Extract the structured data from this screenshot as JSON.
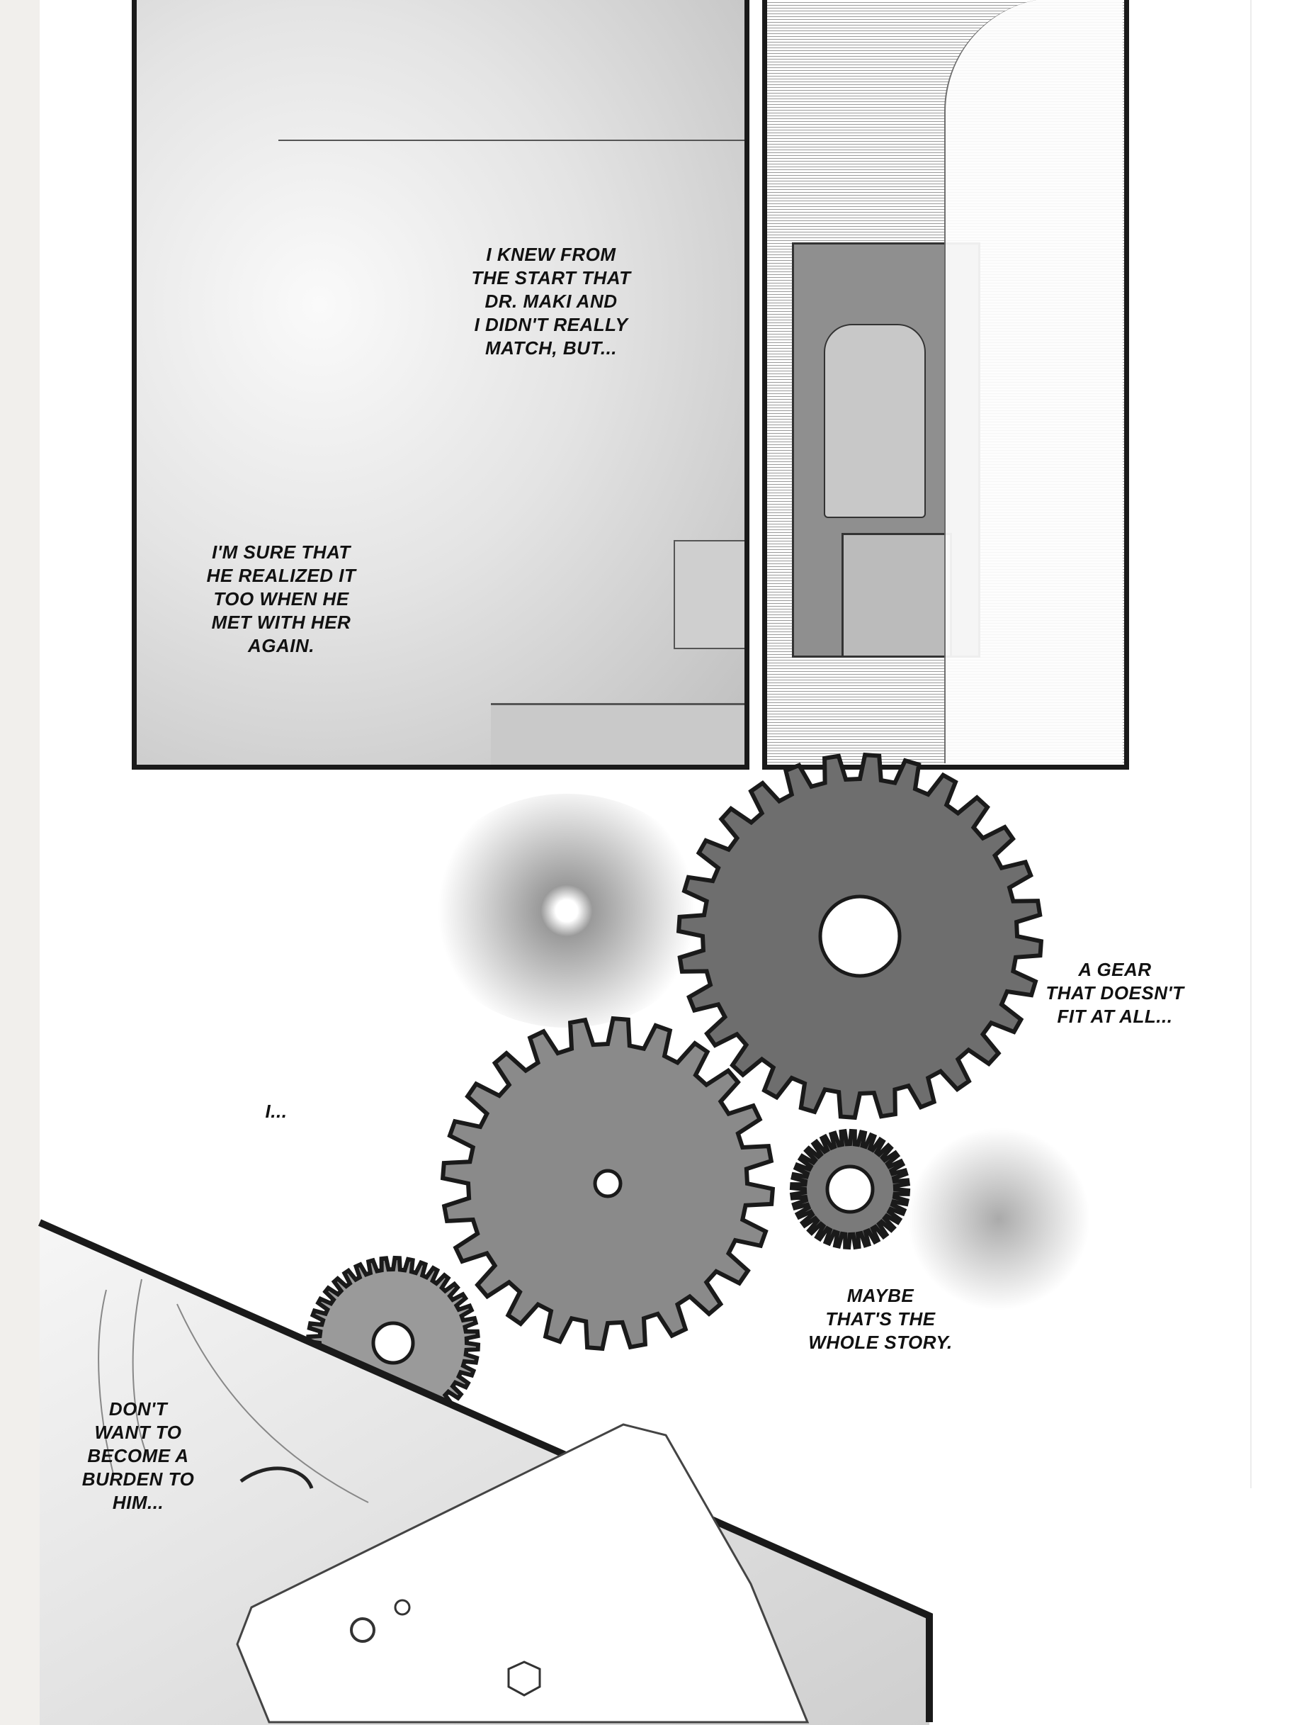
{
  "captions": {
    "knew_from_start": "I KNEW FROM\nTHE START THAT\nDR. MAKI AND\nI DIDN'T REALLY\nMATCH, BUT...",
    "sure_he_realized": "I'M SURE THAT\nHE REALIZED IT\nTOO WHEN HE\nMET WITH HER\nAGAIN.",
    "gear_doesnt_fit": "A GEAR\nTHAT DOESN'T\nFIT AT ALL...",
    "i": "I...",
    "whole_story": "MAYBE\nTHAT'S THE\nWHOLE STORY.",
    "burden": "DON'T\nWANT TO\nBECOME A\nBURDEN TO\nHIM..."
  },
  "colors": {
    "ink": "#1a1a1a",
    "margin": "#f1efec",
    "screentone": "#a9a9a9"
  }
}
